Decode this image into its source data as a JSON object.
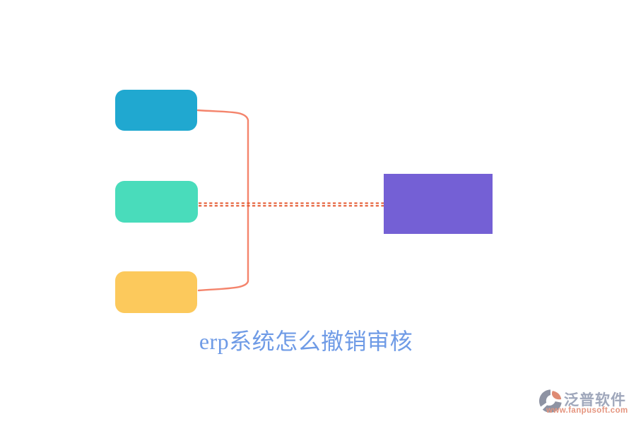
{
  "page": {
    "background": "#ffffff"
  },
  "diagram": {
    "nodes": [
      {
        "id": "branch-top",
        "color": "#20A8D0"
      },
      {
        "id": "branch-middle",
        "color": "#49DCBB"
      },
      {
        "id": "branch-bottom",
        "color": "#FCC95C"
      },
      {
        "id": "target",
        "color": "#7460D5"
      }
    ],
    "connectors": {
      "bracket_color": "#F4846C",
      "dashed_color": "#E4572E"
    }
  },
  "title": {
    "text": "erp系统怎么撤销审核",
    "color": "#6F9BE6"
  },
  "watermark": {
    "brand": "泛普软件",
    "url": "www.fanpusoft.com",
    "brand_color": "#9FA7BB",
    "url_color": "#E5957F",
    "logo_gray": "#8E93A3",
    "logo_accent": "#DE8B74"
  }
}
